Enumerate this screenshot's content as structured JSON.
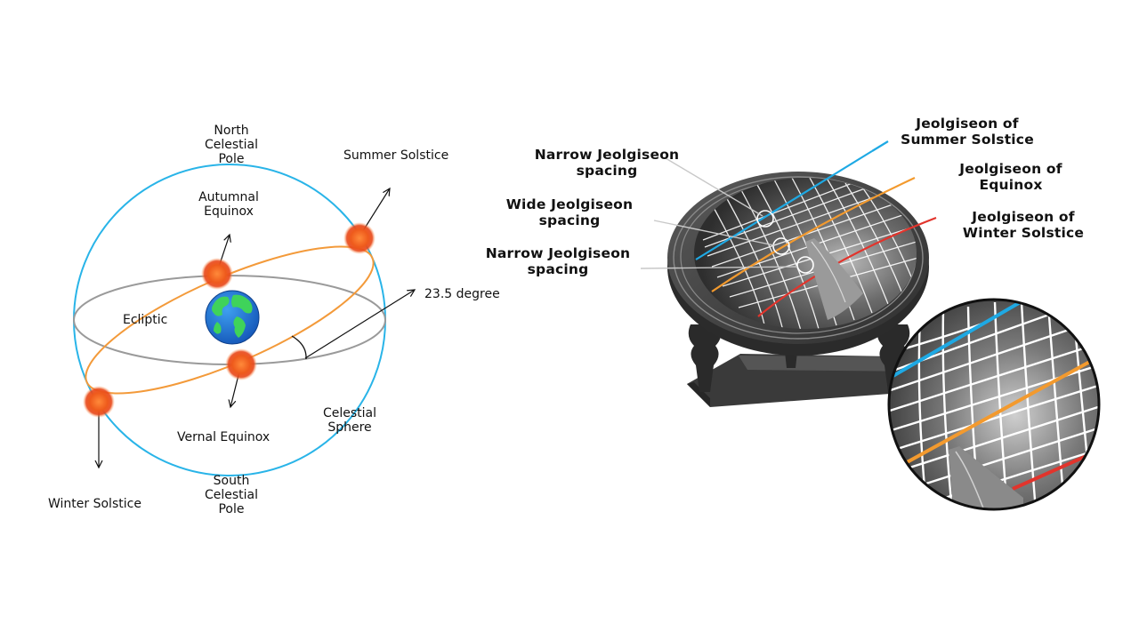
{
  "celestial": {
    "north_pole": [
      "North",
      "Celestial",
      "Pole"
    ],
    "south_pole": [
      "South",
      "Celestial",
      "Pole"
    ],
    "summer_solstice": "Summer Solstice",
    "winter_solstice": "Winter Solstice",
    "autumnal_equinox": [
      "Autumnal",
      "Equinox"
    ],
    "vernal_equinox": "Vernal Equinox",
    "ecliptic": "Ecliptic",
    "angle": "23.5 degree",
    "celestial_sphere": [
      "Celestial",
      "Sphere"
    ]
  },
  "sundial": {
    "narrow_top": [
      "Narrow Jeolgiseon",
      "spacing"
    ],
    "wide": [
      "Wide Jeolgiseon",
      "spacing"
    ],
    "narrow_bottom": [
      "Narrow Jeolgiseon",
      "spacing"
    ],
    "summer": [
      "Jeolgiseon of",
      "Summer Solstice"
    ],
    "equinox": [
      "Jeolgiseon of",
      "Equinox"
    ],
    "winter": [
      "Jeolgiseon of",
      "Winter Solstice"
    ]
  },
  "colors": {
    "sphere": "#29b4e8",
    "orbit": "#f39a3a",
    "ecliptic": "#9a9a9a",
    "sun": "#ee5a1c",
    "summer_line": "#1ea9e4",
    "equinox_line": "#f39a2e",
    "winter_line": "#e2342c"
  }
}
